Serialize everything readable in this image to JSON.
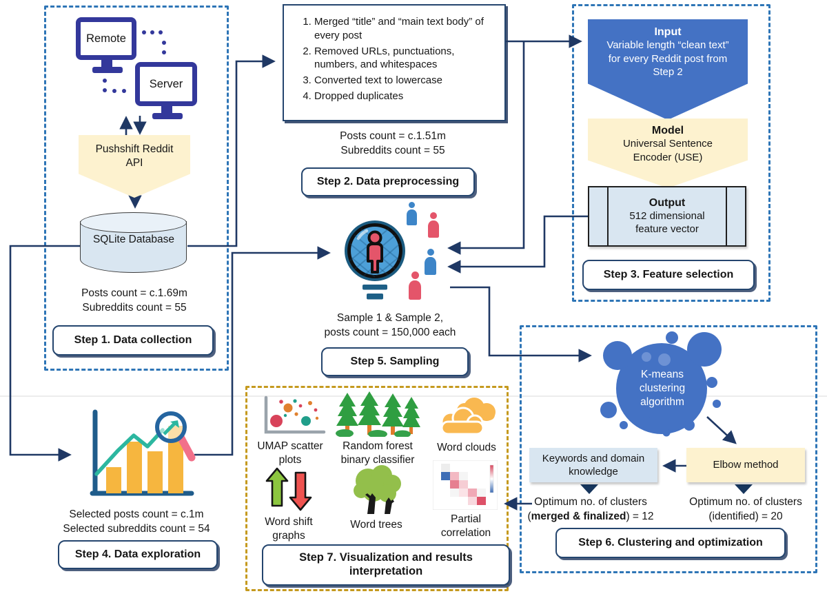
{
  "flow": {
    "step1": {
      "label": "Step 1. Data collection",
      "remote_label": "Remote",
      "server_label": "Server",
      "api_label": "Pushshift Reddit API",
      "database_label": "SQLite Database",
      "stats": [
        "Posts count = c.1.69m",
        "Subreddits count = 55"
      ]
    },
    "step2": {
      "label": "Step 2. Data preprocessing",
      "items": [
        "Merged “title” and “main text body” of every post",
        "Removed URLs, punctuations, numbers, and whitespaces",
        "Converted text to lowercase",
        "Dropped duplicates"
      ],
      "stats": [
        "Posts count = c.1.51m",
        "Subreddits count = 55"
      ]
    },
    "step3": {
      "label": "Step 3. Feature selection",
      "input": {
        "title": "Input",
        "body": "Variable length “clean text” for every Reddit post from Step 2"
      },
      "model": {
        "title": "Model",
        "body": "Universal Sentence Encoder (USE)"
      },
      "output": {
        "title": "Output",
        "body": "512 dimensional feature vector"
      }
    },
    "step4": {
      "label": "Step 4. Data exploration",
      "stats": [
        "Selected posts count = c.1m",
        "Selected subreddits count = 54"
      ]
    },
    "step5": {
      "label": "Step 5. Sampling",
      "stats": [
        "Sample 1 & Sample 2,",
        "posts count = 150,000 each"
      ]
    },
    "step6": {
      "label": "Step 6. Clustering and optimization",
      "kmeans_label": "K-means clustering algorithm",
      "keywords_box": "Keywords and domain knowledge",
      "elbow_box": "Elbow method",
      "result_left": {
        "line1": "Optimum no. of clusters",
        "open": "(",
        "bold": "merged & finalized",
        "close": ") = 12"
      },
      "result_right": {
        "line1": "Optimum no. of clusters",
        "line2": "(identified) = 20"
      }
    },
    "step7": {
      "label": "Step 7. Visualization and results interpretation",
      "items": [
        "UMAP scatter plots",
        "Random forest binary classifier",
        "Word clouds",
        "Word shift graphs",
        "Word trees",
        "Partial correlation"
      ]
    }
  },
  "icons": {
    "step1": [
      "remote-computer-icon",
      "server-computer-icon",
      "network-dots-icon",
      "api-banner",
      "database-cylinder-icon"
    ],
    "step4": [
      "bar-chart-magnifier-icon"
    ],
    "step5": [
      "person-magnifier-icon",
      "people-sample-icons"
    ],
    "step6": [
      "kmeans-cluster-blob-icon"
    ],
    "step7": [
      "umap-scatter-icon",
      "random-forest-icon",
      "word-clouds-icon",
      "word-shift-arrows-icon",
      "word-tree-icon",
      "partial-correlation-heatmap-icon"
    ]
  },
  "colors": {
    "connector": "#1f3864",
    "dashed_blue": "#2e75b6",
    "dashed_gold": "#c59a1f",
    "cream": "#fdf2cf",
    "light_blue": "#d9e6f1",
    "blue": "#4472c4",
    "bar_orange": "#f6b63f",
    "person_red": "#e4556a",
    "person_blue": "#3d85c8"
  }
}
